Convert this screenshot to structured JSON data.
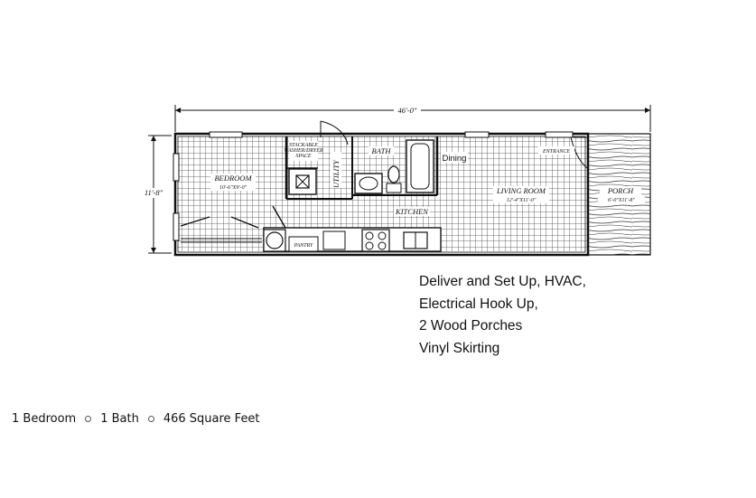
{
  "floor_plan": {
    "overall_width": "46'-0\"",
    "overall_depth": "11'-8\"",
    "rooms": {
      "bedroom": {
        "name": "BEDROOM",
        "size": "10'-6\"X9'-0\""
      },
      "washer_dryer": {
        "line1": "STACKABLE",
        "line2": "WASHER/DRYER",
        "line3": "SPACE"
      },
      "utility": {
        "name": "UTILITY"
      },
      "bath": {
        "name": "BATH"
      },
      "dining": {
        "name": "Dining"
      },
      "entrance": {
        "name": "ENTRANCE"
      },
      "living_room": {
        "name": "LIVING ROOM",
        "size": "12'-4\"X11'-0\""
      },
      "porch": {
        "name": "PORCH",
        "size": "6'-0\"X11'-8\""
      },
      "kitchen": {
        "name": "KITCHEN"
      },
      "pantry": {
        "name": "PANTRY"
      }
    }
  },
  "notes": [
    "Deliver and Set Up, HVAC,",
    "Electrical Hook Up,",
    "2 Wood Porches",
    "Vinyl Skirting"
  ],
  "summary": {
    "bedrooms": "1 Bedroom",
    "baths": "1 Bath",
    "area": "466 Square Feet"
  },
  "colors": {
    "ink": "#111111",
    "grid": "#555555",
    "background": "#ffffff"
  }
}
